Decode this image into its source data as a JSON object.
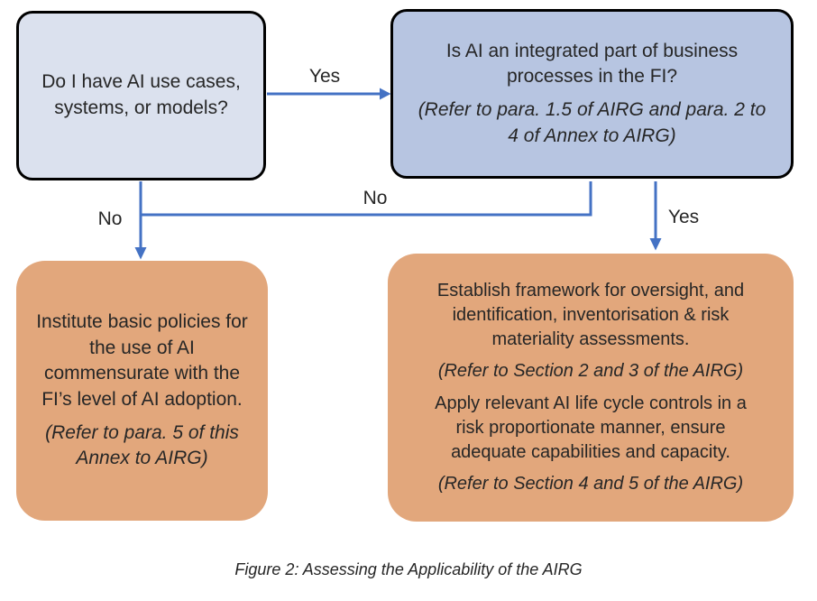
{
  "colors": {
    "arrow_blue": "#4472C4",
    "start_box_fill": "#DBE1EE",
    "decision_box_fill": "#B7C5E1",
    "action_box_fill": "#E2A77C",
    "box_border": "#000000",
    "text_color": "#262626"
  },
  "nodes": {
    "start": {
      "text": "Do I have AI use cases,\nsystems, or models?"
    },
    "integrated": {
      "question": "Is AI an integrated part of business\nprocesses in the FI?",
      "reference": "(Refer to para. 1.5 of AIRG and para. 2 to\n4 of Annex to AIRG)"
    },
    "basic_policies": {
      "text": "Institute basic policies for\nthe use of AI\ncommensurate with the\nFI’s level of AI adoption.",
      "reference": "(Refer to para. 5 of this\nAnnex to AIRG)"
    },
    "framework": {
      "text1": "Establish framework for oversight, and\nidentification, inventorisation & risk\nmateriality assessments.",
      "reference1": "(Refer to Section 2 and 3 of the AIRG)",
      "text2": "Apply relevant AI life cycle controls in a\nrisk proportionate manner, ensure\nadequate capabilities and capacity.",
      "reference2": "(Refer to Section 4 and 5 of the AIRG)"
    }
  },
  "edge_labels": {
    "yes_top": "Yes",
    "no_left": "No",
    "no_middle": "No",
    "yes_right": "Yes"
  },
  "caption": "Figure 2: Assessing the Applicability of the AIRG"
}
